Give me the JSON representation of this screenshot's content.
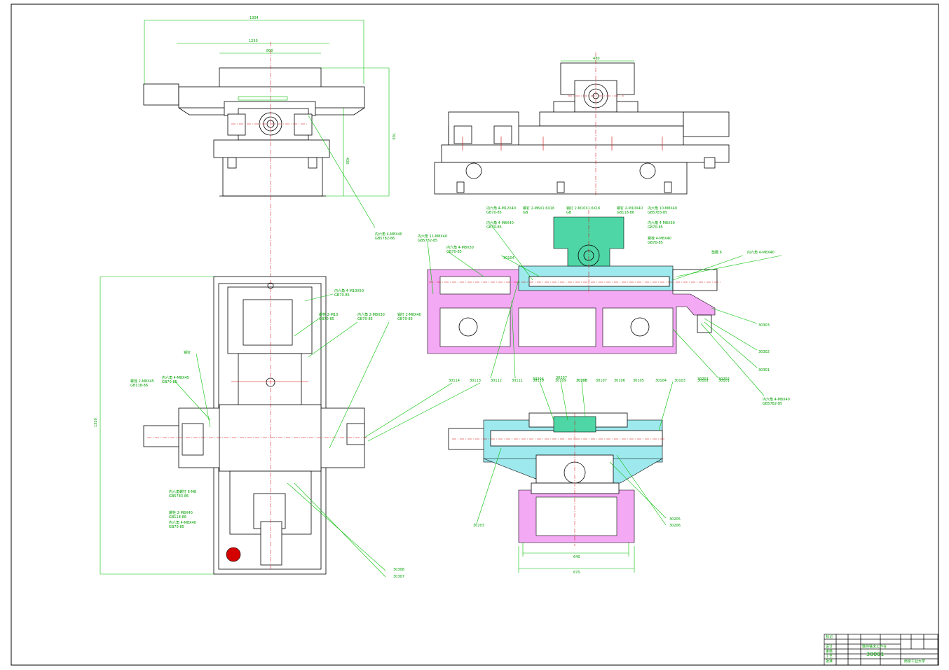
{
  "dimensions": {
    "top_view_overall": "1304",
    "top_view_rail": "1250",
    "top_view_table": "800",
    "top_view_height": "700",
    "top_view_base": "430",
    "front_width": "430",
    "plan_length": "1320",
    "bottom_width_1": "640",
    "bottom_width_2": "670"
  },
  "labels": {
    "top_callout": "内六角 4-M8X40",
    "top_callout_std": "GB5782-86",
    "plan_callouts": [
      {
        "t": "内六角 4-M10X50",
        "s": "GB70-85"
      },
      {
        "t": "螺栓 2-M10",
        "s": "GB70-85"
      },
      {
        "t": "内六角 2-M8X30",
        "s": "GB70-85"
      },
      {
        "t": "销钉 2-M8X40",
        "s": "GB70-85"
      },
      {
        "t": "销钉",
        "s": ""
      },
      {
        "t": "螺栓 2-M8X45",
        "s": "GB118-86"
      },
      {
        "t": "内六角 4-M8X45",
        "s": "GB70-85"
      },
      {
        "t": "内六角螺钉 6-M8",
        "s": "GB5783-86"
      },
      {
        "t": "螺栓 2-M8X40",
        "s": "GB118-86"
      },
      {
        "t": "内六角 4-M8X40",
        "s": "GB70-85"
      }
    ],
    "section_callouts": [
      {
        "t": "内六角 4-M12X40",
        "s": "GB70-85"
      },
      {
        "t": "螺钉 2-M6X1.6X16",
        "s": "GB"
      },
      {
        "t": "销钉 2-M10X1.6X16",
        "s": "GB"
      },
      {
        "t": "螺钉 2-M10X40",
        "s": "GB118-86"
      },
      {
        "t": "内六角 10-M8X40",
        "s": "GB5783-85"
      },
      {
        "t": "内六角 4-M8X40",
        "s": "GB70-85"
      },
      {
        "t": "内六角 4-M8X30",
        "s": "GB70-85"
      },
      {
        "t": "螺栓 4-M8X40",
        "s": "GB70-85"
      },
      {
        "t": "内六角 11-M8X40",
        "s": "GB5782-85"
      },
      {
        "t": "内六角 4-M8X30",
        "s": "GB70-85"
      },
      {
        "t": "垫圈 6",
        "s": "GB"
      },
      {
        "t": "内六角 4-M8X40",
        "s": "GB5782-85"
      }
    ],
    "part_numbers_section": [
      "30114",
      "30113",
      "30112",
      "30111",
      "30110",
      "30109",
      "30108",
      "30107",
      "30106",
      "30105",
      "30104",
      "30103",
      "30102",
      "30101"
    ],
    "part_numbers_right": [
      "30303",
      "30302",
      "30301"
    ],
    "part_numbers_bottom": [
      "30203",
      "30205",
      "30206",
      "30204",
      "30207",
      "30208",
      "30201",
      "30202"
    ],
    "part_numbers_plan": [
      "30308",
      "30307"
    ],
    "section_tags": [
      "30104",
      "30103",
      "30102"
    ]
  },
  "title_block": {
    "drawing_no": "30001",
    "name": "数控铣床工作台",
    "school": "南京工业大学",
    "rows": [
      "标记",
      "设计",
      "审核",
      "工艺",
      "批准"
    ]
  }
}
